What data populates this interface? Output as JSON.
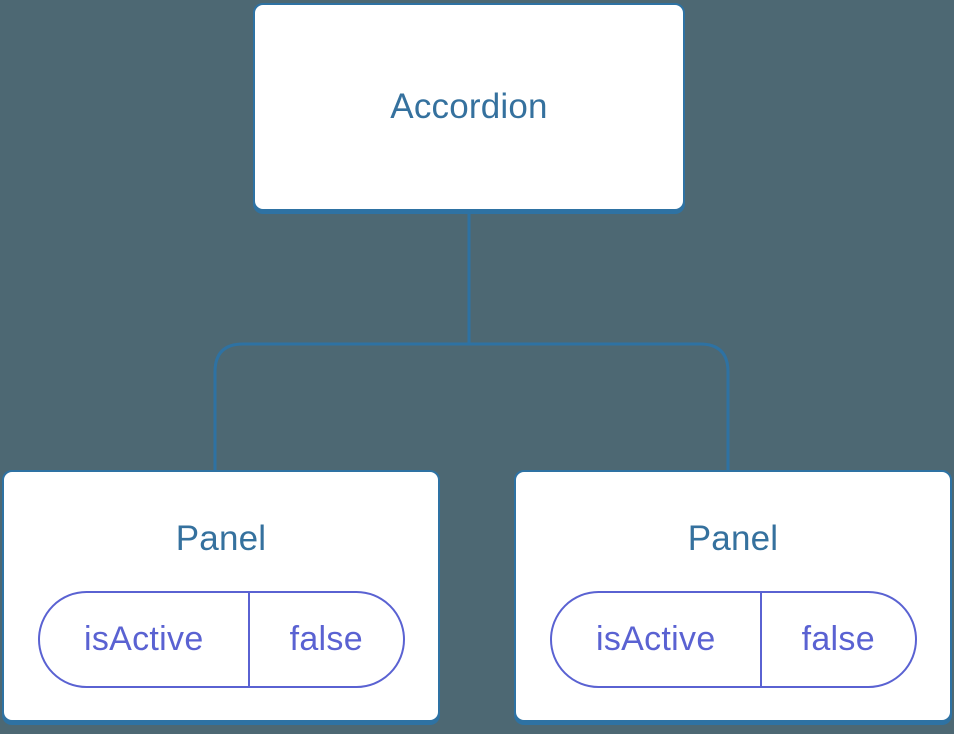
{
  "colors": {
    "background": "#4D6873",
    "connector": "#2E72A3",
    "node_border": "#2E72A3",
    "node_bg": "#FFFFFF",
    "node_text": "#35719E",
    "state_accent": "#5A62D2"
  },
  "tree": {
    "root": {
      "label": "Accordion"
    },
    "children": [
      {
        "label": "Panel",
        "state": {
          "name": "isActive",
          "value": "false"
        }
      },
      {
        "label": "Panel",
        "state": {
          "name": "isActive",
          "value": "false"
        }
      }
    ]
  }
}
